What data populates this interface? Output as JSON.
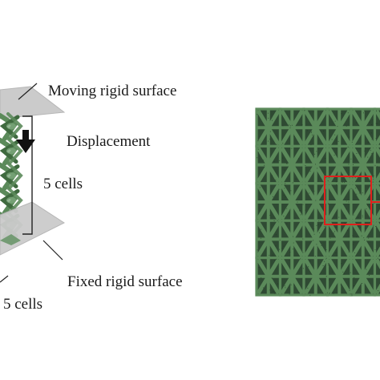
{
  "labels": {
    "moving_surface": "Moving rigid surface",
    "displacement": "Displacement",
    "cells_vertical": "5 cells",
    "fixed_surface": "Fixed rigid surface",
    "cells_horizontal": "5 cells"
  },
  "colors": {
    "lattice": "#5b8a5a",
    "lattice_dark": "#3f6a3f",
    "plate": "#c8c8c8",
    "highlight": "#e0201c",
    "mesh_bg": "#2f4a33"
  },
  "grid": {
    "rows": 5,
    "cols": 5
  }
}
